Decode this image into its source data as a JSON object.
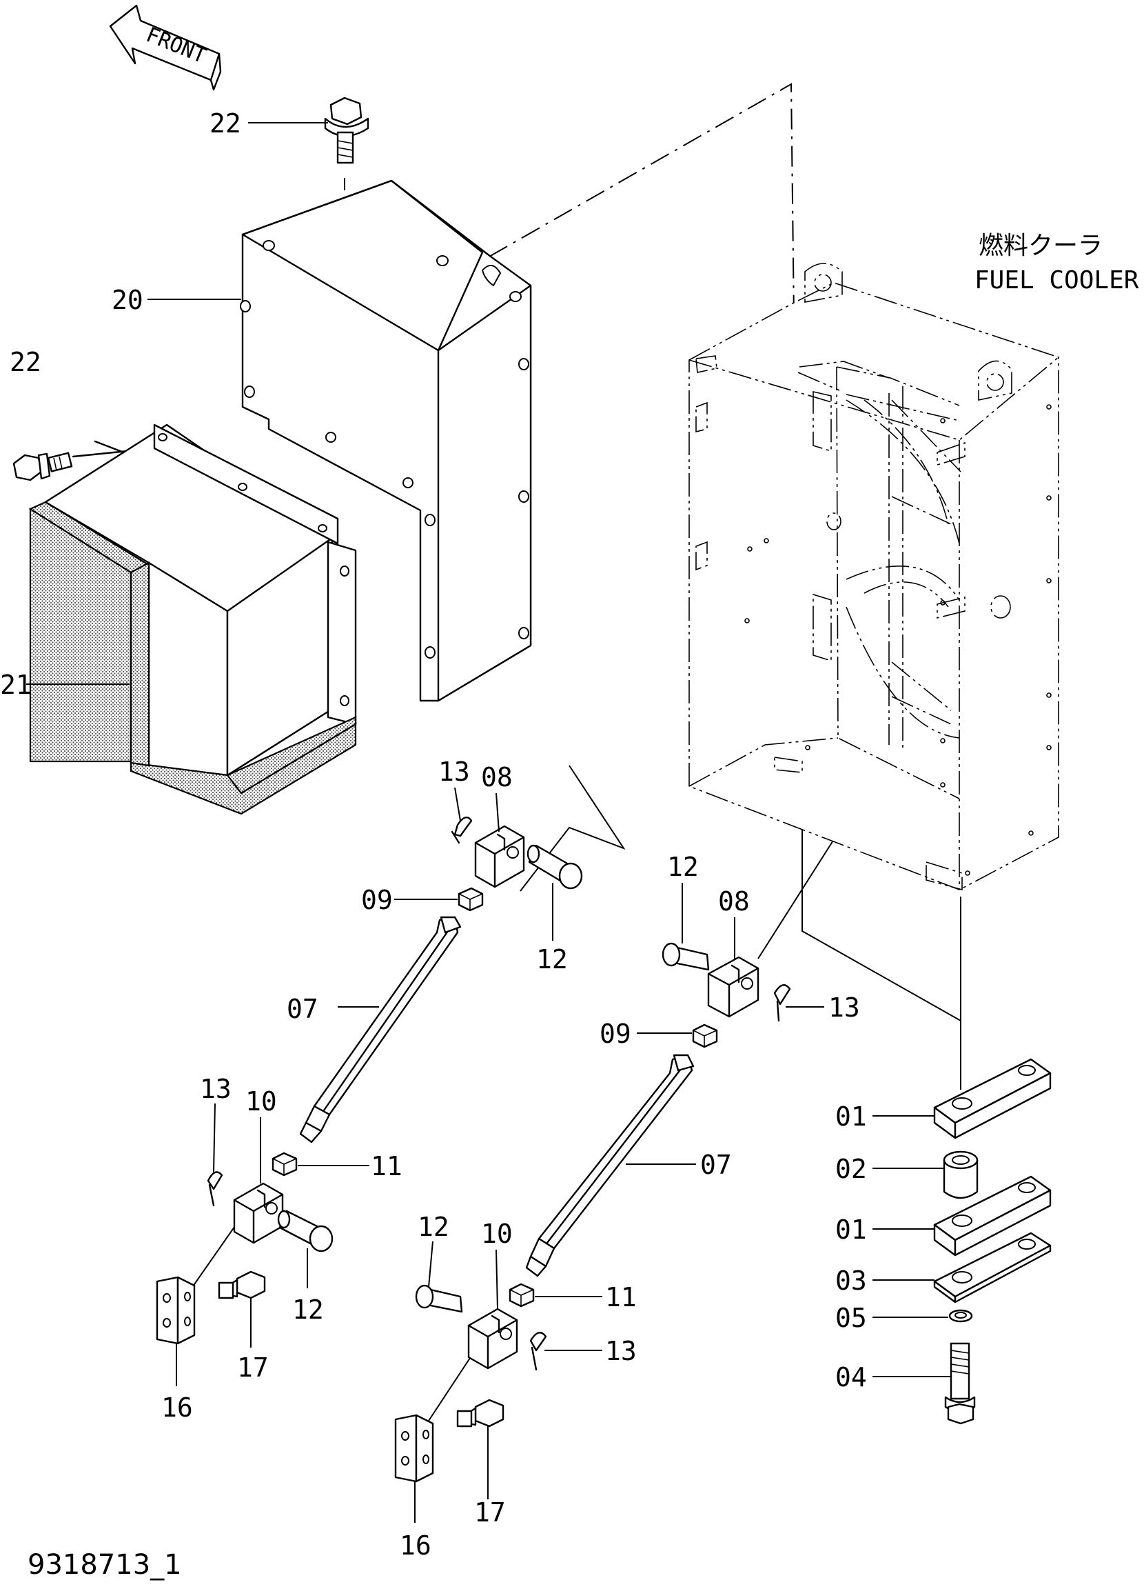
{
  "direction_label": "FRONT",
  "assembly_caption": {
    "japanese": "燃料クーラ",
    "english": "FUEL COOLER"
  },
  "drawing_number": "9318713_1",
  "callouts": {
    "c22_top": "22",
    "c20": "20",
    "c22_left": "22",
    "c21": "21",
    "c13_upper": "13",
    "c08_upper": "08",
    "c09_upper": "09",
    "c12_upper": "12",
    "c07_left": "07",
    "c13_left": "13",
    "c10_left": "10",
    "c11_left": "11",
    "c12_left": "12",
    "c16_left": "16",
    "c17_left": "17",
    "c12_right": "12",
    "c08_right": "08",
    "c13_right": "13",
    "c09_right": "09",
    "c07_right": "07",
    "c12_lower": "12",
    "c10_lower": "10",
    "c11_lower": "11",
    "c13_lower": "13",
    "c16_lower": "16",
    "c17_lower": "17",
    "c01_top": "01",
    "c02": "02",
    "c01_bottom": "01",
    "c03": "03",
    "c05": "05",
    "c04": "04"
  }
}
